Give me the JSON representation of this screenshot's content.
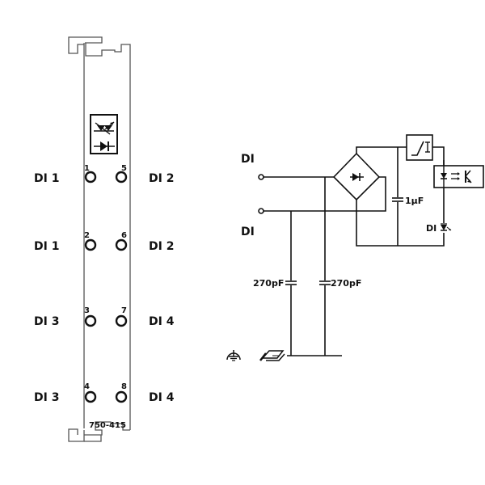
{
  "module": {
    "part_number": "750-415",
    "terminals": [
      {
        "number": "1",
        "left_label": "DI 1"
      },
      {
        "number": "5",
        "right_label": "DI 2"
      },
      {
        "number": "2",
        "left_label": "DI 1"
      },
      {
        "number": "6",
        "right_label": "DI 2"
      },
      {
        "number": "3",
        "left_label": "DI 3"
      },
      {
        "number": "7",
        "right_label": "DI 4"
      },
      {
        "number": "4",
        "left_label": "DI 3"
      },
      {
        "number": "8",
        "right_label": "DI 4"
      }
    ],
    "rows": [
      {
        "left": "DI 1",
        "right": "DI 2",
        "num_left": "1",
        "num_right": "5"
      },
      {
        "left": "DI 1",
        "right": "DI 2",
        "num_left": "2",
        "num_right": "6"
      },
      {
        "left": "DI 3",
        "right": "DI 4",
        "num_left": "3",
        "num_right": "7"
      },
      {
        "left": "DI 3",
        "right": "DI 4",
        "num_left": "4",
        "num_right": "8"
      }
    ],
    "icon": "led-diode-symbol-icon"
  },
  "circuit": {
    "input_top_label": "DI",
    "input_bottom_label": "DI",
    "cap_left_label": "270pF",
    "cap_right_label": "270pF",
    "cap_filter_label": "1µF",
    "led_label": "DI",
    "blocks": {
      "bridge": "bridge-rectifier-icon",
      "current_limiter": "current-limiter-icon",
      "optocoupler": "optocoupler-icon",
      "status_led": "led-icon"
    },
    "ground_symbols": [
      "protective-earth-icon",
      "din-rail-icon"
    ]
  }
}
